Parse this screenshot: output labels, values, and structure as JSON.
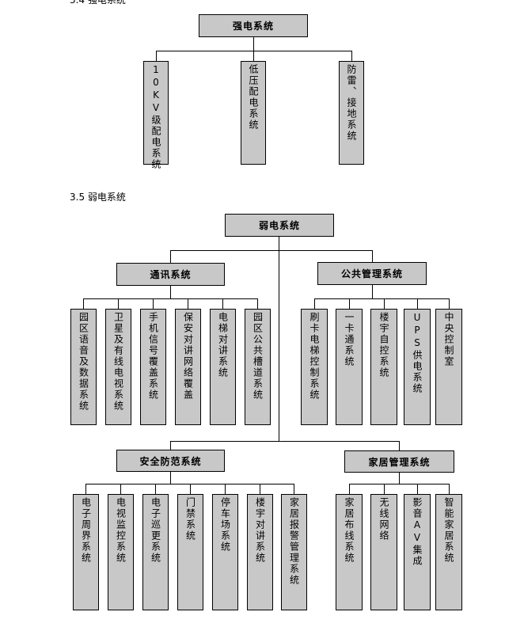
{
  "top_heading": "3.4 强电系统",
  "strong": {
    "root": "强电系统",
    "children": [
      "10KV级配电系统",
      "低压配电系统",
      "防雷、接地系统"
    ]
  },
  "section_heading": "3.5 弱电系统",
  "weak": {
    "root": "弱电系统",
    "comm": {
      "label": "通讯系统",
      "children": [
        "园区语音及数据系统",
        "卫星及有线电视系统",
        "手机信号覆盖系统",
        "保安对讲网络覆盖",
        "电梯对讲系统",
        "园区公共槽道系统"
      ]
    },
    "public": {
      "label": "公共管理系统",
      "children": [
        "刷卡电梯控制系统",
        "一卡通系统",
        "楼宇自控系统",
        "UPS供电系统",
        "中央控制室"
      ]
    },
    "security": {
      "label": "安全防范系统",
      "children": [
        "电子周界系统",
        "电视监控系统",
        "电子巡更系统",
        "门禁系统",
        "停车场系统",
        "楼宇对讲系统",
        "家居报警管理系统"
      ]
    },
    "home": {
      "label": "家居管理系统",
      "children": [
        "家居布线系统",
        "无线网络",
        "影音AV集成",
        "智能家居系统"
      ]
    }
  }
}
